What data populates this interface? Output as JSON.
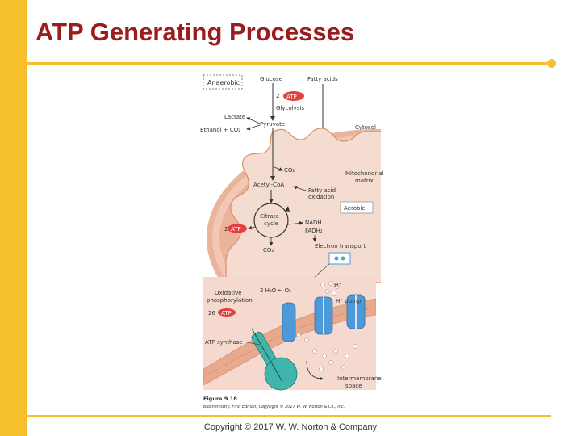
{
  "slide": {
    "title": "ATP Generating Processes",
    "copyright": "Copyright © 2017 W. W. Norton & Company"
  },
  "colors": {
    "accent_yellow": "#f5c02a",
    "title_red": "#9b1c1c",
    "atp_red": "#e2403f",
    "membrane_salmon": "#e9b49a",
    "matrix_pink": "#f4ddd0",
    "protein_blue": "#4e9ad8",
    "synthase_teal": "#3fb5ab"
  },
  "diagram": {
    "anaerobic_label": "Anaerobic",
    "glucose": "Glucose",
    "fatty_acids": "Fatty acids",
    "atp_glycolysis_count": "2",
    "atp_label": "ATP",
    "glycolysis": "Glycolysis",
    "lactate": "Lactate",
    "pyruvate": "Pyruvate",
    "ethanol_co2": "Ethanol + CO₂",
    "cytosol": "Cytosol",
    "co2_top": "CO₂",
    "mitochondrial_matrix_1": "Mitochondrial",
    "mitochondrial_matrix_2": "matrix",
    "acetyl_coa": "Acetyl-CoA",
    "fatty_acid_oxidation_1": "Fatty acid",
    "fatty_acid_oxidation_2": "oxidation",
    "aerobic_label": "Aerobic",
    "citrate_cycle_1": "Citrate",
    "citrate_cycle_2": "cycle",
    "atp_cycle_count": "2",
    "nadh": "NADH",
    "fadh2": "FADH₂",
    "co2_bottom": "CO₂",
    "electron_transport": "Electron transport",
    "h_plus": "H⁺",
    "h_plus_pump": "H⁺ pump",
    "water_oxygen": "2 H₂O ← O₂",
    "oxidative_1": "Oxidative",
    "oxidative_2": "phosphorylation",
    "atp_oxphos_count": "26",
    "atp_synthase": "ATP synthase",
    "intermembrane_1": "Intermembrane",
    "intermembrane_2": "space",
    "figure_number": "Figure 9.18",
    "figure_credit": "Biochemistry, First Edition, Copyright © 2017 W. W. Norton & Co., Inc."
  }
}
